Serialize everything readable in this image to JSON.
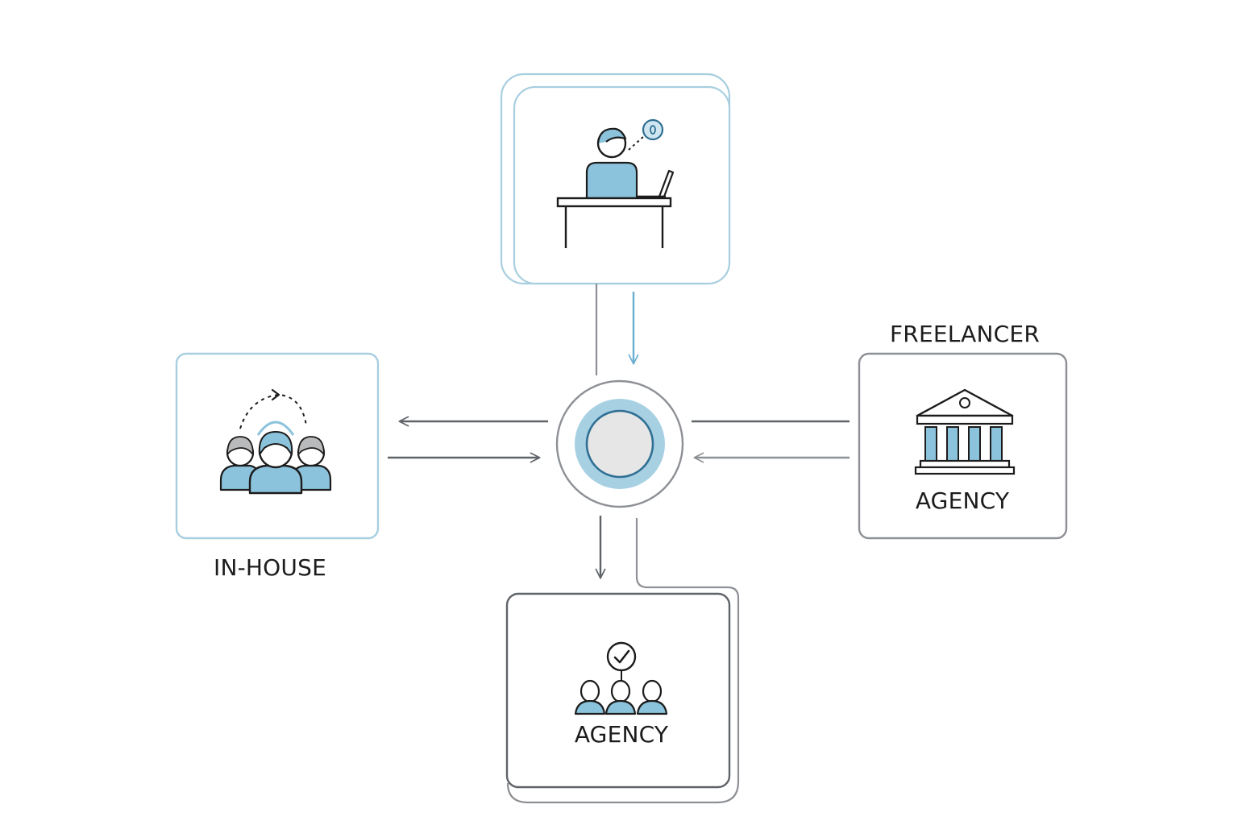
{
  "labels": {
    "top_right_heading": "FREELANCER",
    "left_caption": "IN-HOUSE",
    "right_box_label": "AGENCY",
    "bottom_box_label": "AGENCY"
  },
  "icons": {
    "top_node": "freelancer-at-desk-icon",
    "left_node": "team-group-icon",
    "right_node": "institution-building-icon",
    "bottom_node": "team-hierarchy-check-icon",
    "center_node": "hub-circle-icon"
  },
  "colors": {
    "accent_blue": "#8cc3dc",
    "accent_blue_dark": "#2f6f93",
    "accent_outline": "#a8cfe0",
    "gray_outline": "#8d9094",
    "dark_stroke": "#1c1c1c",
    "arrow_gray": "#5f6368"
  }
}
